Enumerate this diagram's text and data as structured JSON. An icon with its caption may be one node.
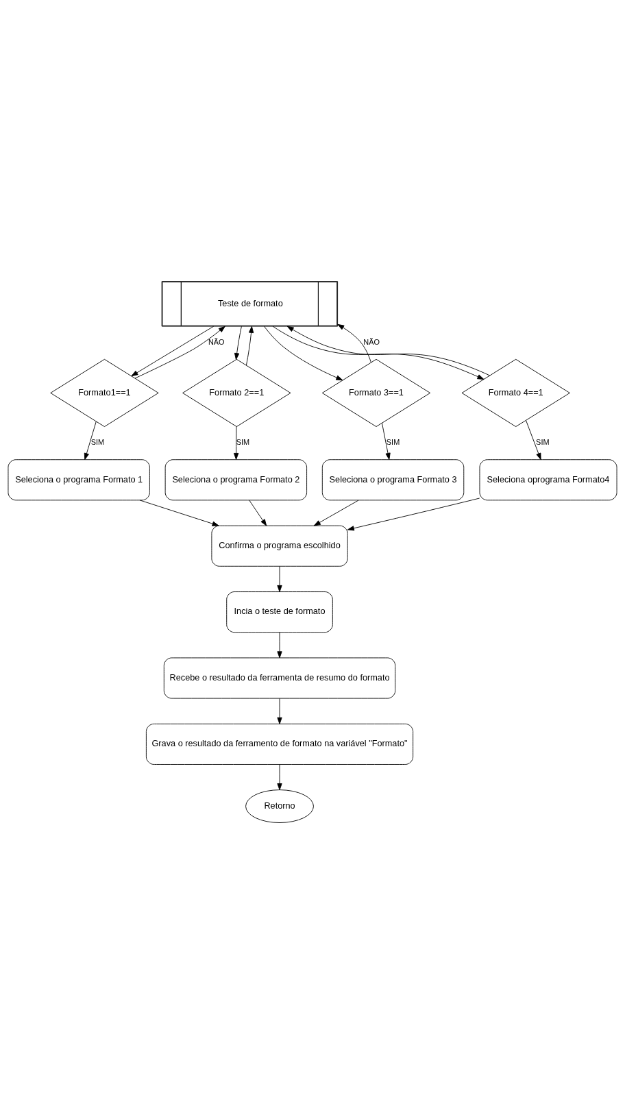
{
  "diagram": {
    "nodes": [
      {
        "text": [
          "Teste de formato"
        ]
      },
      {
        "text": [
          "Formato1==1"
        ]
      },
      {
        "text": [
          "Formato 2==1"
        ]
      },
      {
        "text": [
          "Formato 3==1"
        ]
      },
      {
        "text": [
          "Formato 4==1"
        ]
      },
      {
        "text": [
          "Seleciona o programa Formato 1"
        ]
      },
      {
        "text": [
          "Seleciona o programa Formato 2"
        ]
      },
      {
        "text": [
          "Seleciona o programa Formato 3"
        ]
      },
      {
        "text": [
          "Seleciona oprograma Formato4"
        ]
      },
      {
        "text": [
          "Confirma o programa escolhido"
        ]
      },
      {
        "text": [
          "Incia o teste de formato"
        ]
      },
      {
        "text": [
          "Recebe o resultado da ferramenta de resumo do formato"
        ]
      },
      {
        "text": [
          "Grava o resultado da ferramento de formato na variável \"Formato\""
        ]
      },
      {
        "text": [
          "Retorno"
        ]
      }
    ],
    "edges": [
      {
        "from": 0,
        "to": 1,
        "arrow": "to"
      },
      {
        "from": 0,
        "to": 2,
        "arrow": "to"
      },
      {
        "from": 0,
        "to": 3,
        "arrow": "to"
      },
      {
        "from": 0,
        "to": 4,
        "arrow": "to"
      },
      {
        "from": 1,
        "to": 0,
        "arrow": "to",
        "label": "NÃO"
      },
      {
        "from": 2,
        "to": 0,
        "arrow": "to"
      },
      {
        "from": 3,
        "to": 0,
        "arrow": "to",
        "label": "NÃO"
      },
      {
        "from": 4,
        "to": 0,
        "arrow": "to"
      },
      {
        "from": 1,
        "to": 5,
        "arrow": "to",
        "label": "SIM"
      },
      {
        "from": 2,
        "to": 6,
        "arrow": "to",
        "label": "SIM"
      },
      {
        "from": 3,
        "to": 7,
        "arrow": "to",
        "label": "SIM"
      },
      {
        "from": 4,
        "to": 8,
        "arrow": "to",
        "label": "SIM"
      },
      {
        "from": 5,
        "to": 9,
        "arrow": "to"
      },
      {
        "from": 6,
        "to": 9,
        "arrow": "to"
      },
      {
        "from": 7,
        "to": 9,
        "arrow": "to"
      },
      {
        "from": 8,
        "to": 9,
        "arrow": "to"
      },
      {
        "from": 9,
        "to": 10,
        "arrow": "to"
      },
      {
        "from": 10,
        "to": 11,
        "arrow": "to"
      },
      {
        "from": 11,
        "to": 12,
        "arrow": "to"
      },
      {
        "from": 12,
        "to": 13,
        "arrow": "to"
      }
    ]
  }
}
